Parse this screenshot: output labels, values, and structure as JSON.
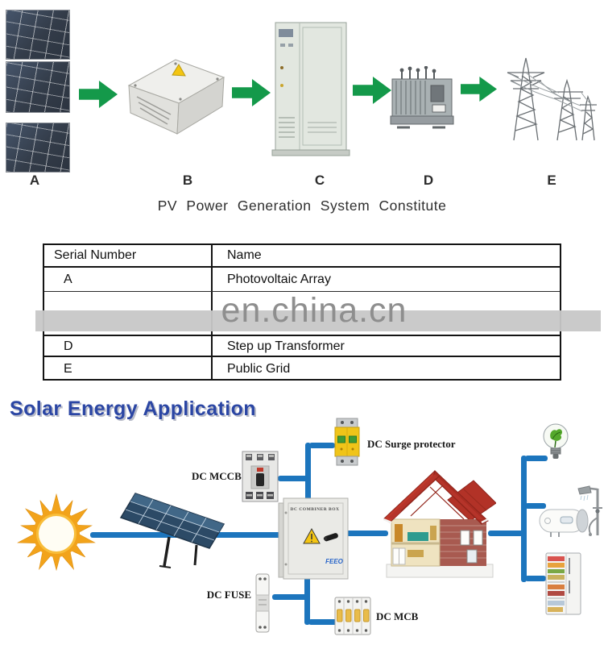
{
  "flow_diagram": {
    "title": "PV Power Generation System Constitute",
    "stage_labels": [
      "A",
      "B",
      "C",
      "D",
      "E"
    ]
  },
  "component_table": {
    "headers": [
      "Serial Number",
      "Name"
    ],
    "rows": [
      {
        "serial": "A",
        "name": "Photovoltaic Array"
      },
      {
        "serial": "D",
        "name": "Step up Transformer"
      },
      {
        "serial": "E",
        "name": "Public Grid"
      }
    ],
    "watermark": "en.china.cn"
  },
  "application_diagram": {
    "title": "Solar Energy Application",
    "labels": {
      "mccb": "DC MCCB",
      "surge_protector": "DC Surge protector",
      "combiner_box": "DC COMBINER BOX",
      "brand": "FEEO",
      "fuse": "DC FUSE",
      "mcb": "DC MCB"
    }
  },
  "colors": {
    "arrow_green": "#14994a",
    "line_blue": "#1c75bd",
    "title_blue": "#2b46a4",
    "watermark_gray": "#8e8e8e",
    "roof_red": "#b5342a",
    "sun_orange": "#f2a31b"
  }
}
